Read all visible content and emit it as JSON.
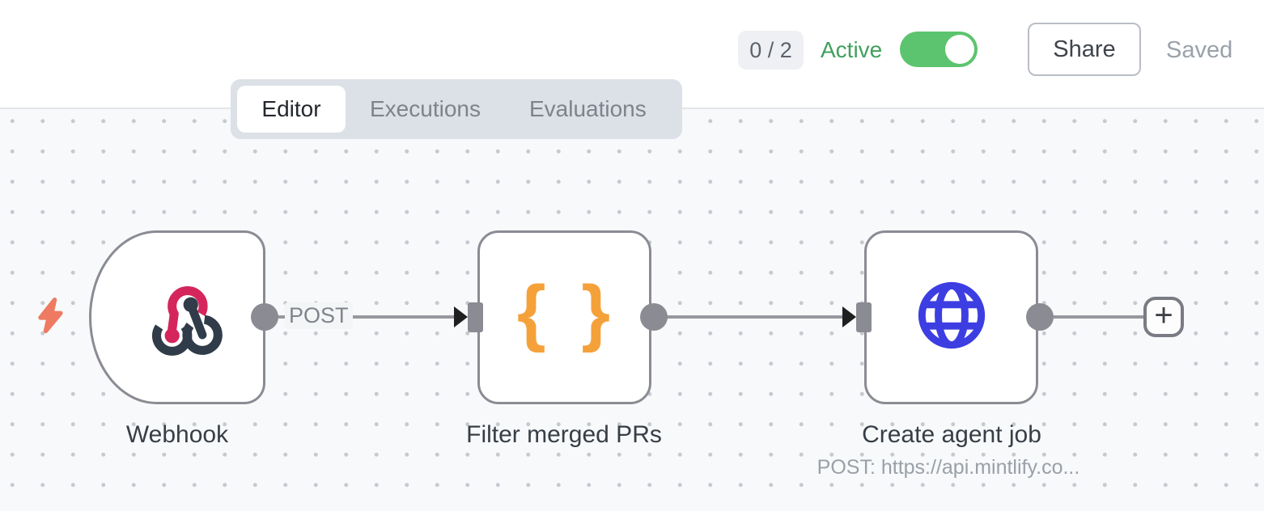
{
  "header": {
    "execution_counter": "0 / 2",
    "active_label": "Active",
    "toggle_state": "on",
    "share_label": "Share",
    "saved_label": "Saved"
  },
  "tabs": {
    "editor": "Editor",
    "executions": "Executions",
    "evaluations": "Evaluations",
    "active_tab": "Editor"
  },
  "workflow": {
    "nodes": [
      {
        "name": "Webhook",
        "icon": "webhook-icon",
        "output_label": "POST"
      },
      {
        "name": "Filter merged PRs",
        "icon": "code-braces-icon",
        "glyph": "{ }"
      },
      {
        "name": "Create agent job",
        "icon": "globe-icon",
        "subtitle": "POST: https://api.mintlify.co..."
      }
    ],
    "add_button_label": "+"
  },
  "colors": {
    "active_green": "#41a05e",
    "toggle_green": "#5cc46e",
    "node_border_gray": "#8b8b94",
    "lightning_orange": "#ee7a62",
    "webhook_pink": "#d4265c",
    "webhook_dark": "#303c49",
    "code_orange": "#f5a13a",
    "globe_blue": "#3d3ee2",
    "canvas_bg": "#f7f9fb"
  }
}
